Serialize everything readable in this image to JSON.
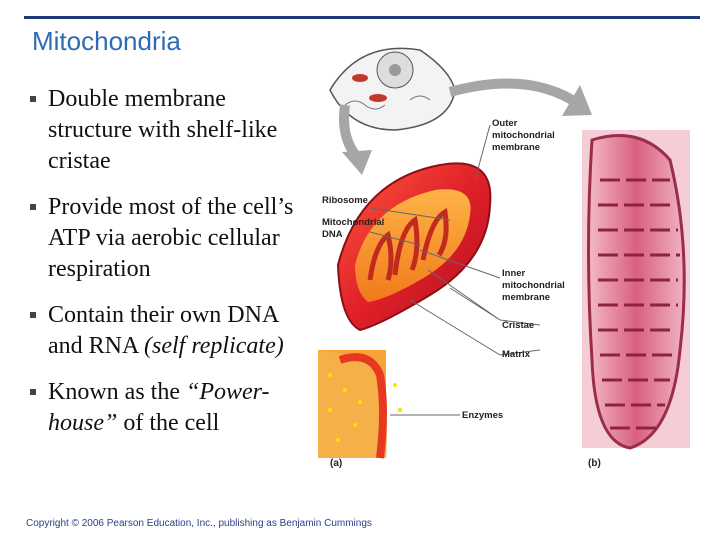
{
  "slide": {
    "title": "Mitochondria",
    "bullets": [
      {
        "text": "Double membrane structure with shelf-like cristae"
      },
      {
        "text": "Provide most of the cell’s ATP via aerobic cellular respiration"
      },
      {
        "text": "Contain their own DNA and RNA ",
        "italic": "(self replicate)"
      },
      {
        "italic_lead": "“Power-house”",
        "text_lead": "Known as the ",
        "tail": " of the cell"
      }
    ],
    "copyright": "Copyright © 2006 Pearson Education, Inc., publishing as Benjamin Cummings"
  },
  "figure": {
    "labels": {
      "outer": [
        "Outer",
        "mitochondrial",
        "membrane"
      ],
      "ribosome": "Ribosome",
      "mito_dna": [
        "Mitochondrial",
        "DNA"
      ],
      "inner": [
        "Inner",
        "mitochondrial",
        "membrane"
      ],
      "cristae": "Cristae",
      "matrix": "Matrix",
      "enzymes": "Enzymes",
      "panel_a": "(a)",
      "panel_b": "(b)"
    }
  }
}
